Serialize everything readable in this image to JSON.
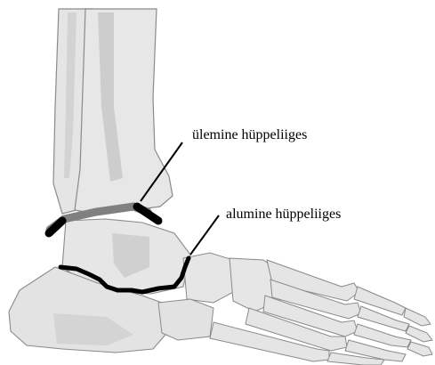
{
  "labels": {
    "upper_joint": "ülemine hüppeliiges",
    "lower_joint": "alumine hüppeliiges"
  },
  "colors": {
    "bone_fill": "#e5e5e5",
    "bone_shade": "#c9c9c9",
    "bone_outline": "#8a8a8a",
    "upper_joint_band": "#808080",
    "lower_joint_line": "#000000",
    "leader_line": "#000000"
  },
  "icons": {
    "figure": "foot-ankle-skeleton-illustration"
  }
}
